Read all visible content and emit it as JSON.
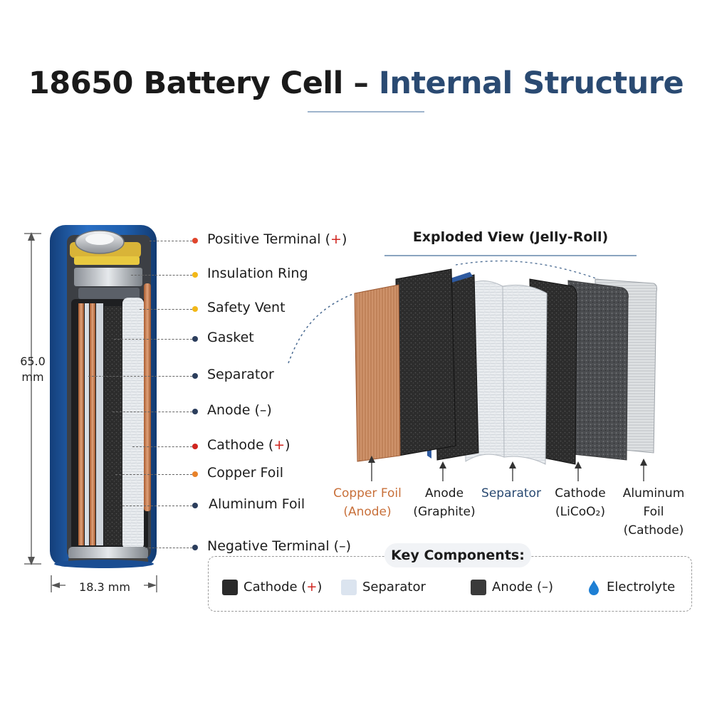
{
  "title": {
    "main": "18650 Battery Cell",
    "dash": " – ",
    "accent": "Internal Structure"
  },
  "dimensions": {
    "height_value": "65.0",
    "height_unit": "mm",
    "width_label": "18.3 mm"
  },
  "callouts": [
    {
      "pre": "Positive Terminal (",
      "sign": "+",
      "post": ")",
      "dot_color": "#e0452c"
    },
    {
      "pre": "Insulation Ring",
      "sign": "",
      "post": "",
      "dot_color": "#f2b817"
    },
    {
      "pre": "Safety Vent",
      "sign": "",
      "post": "",
      "dot_color": "#f2b817"
    },
    {
      "pre": "Gasket",
      "sign": "",
      "post": "",
      "dot_color": "#2b3d5c"
    },
    {
      "pre": "Separator",
      "sign": "",
      "post": "",
      "dot_color": "#2b3d5c"
    },
    {
      "pre": "Anode (",
      "sign": "–",
      "post": ")",
      "dot_color": "#2b3d5c"
    },
    {
      "pre": "Cathode (",
      "sign": "+",
      "post": ")",
      "dot_color": "#d0251f"
    },
    {
      "pre": "Copper Foil",
      "sign": "",
      "post": "",
      "dot_color": "#e8822a"
    },
    {
      "pre": "Aluminum Foil",
      "sign": "",
      "post": "",
      "dot_color": "#2b3d5c"
    },
    {
      "pre": "Negative Terminal (",
      "sign": "–",
      "post": ")",
      "dot_color": "#2b3d5c"
    }
  ],
  "exploded": {
    "title": "Exploded View (Jelly-Roll)",
    "layers": [
      {
        "line1": "Copper Foil",
        "line2": "(Anode)",
        "line3": "",
        "color": "#c8703a"
      },
      {
        "line1": "Anode",
        "line2": "(Graphite)",
        "line3": "",
        "color": "#1c1c1c"
      },
      {
        "line1": "Separator",
        "line2": "",
        "line3": "",
        "color": "#2a4a72"
      },
      {
        "line1": "Cathode",
        "line2": "(LiCoO₂)",
        "line3": "",
        "color": "#1c1c1c"
      },
      {
        "line1": "Aluminum",
        "line2": "Foil",
        "line3": "(Cathode)",
        "color": "#1c1c1c"
      }
    ]
  },
  "key": {
    "title": "Key Components:",
    "items": [
      {
        "pre": "Cathode (",
        "sign": "+",
        "post": ")",
        "swatch": "#2a2a2a"
      },
      {
        "pre": "Separator",
        "sign": "",
        "post": "",
        "swatch": "#dbe4ef"
      },
      {
        "pre": "Anode (",
        "sign": "–",
        "post": ")",
        "swatch": "#3a3a3a"
      },
      {
        "pre": "Electrolyte",
        "sign": "",
        "post": "",
        "icon": "droplet-icon"
      }
    ]
  },
  "colors": {
    "casing_blue": "#1f5fae",
    "title_accent": "#2a4a72",
    "copper": "#c47a4a",
    "aluminum": "#c9cdd2",
    "positive_red": "#d0251f"
  }
}
